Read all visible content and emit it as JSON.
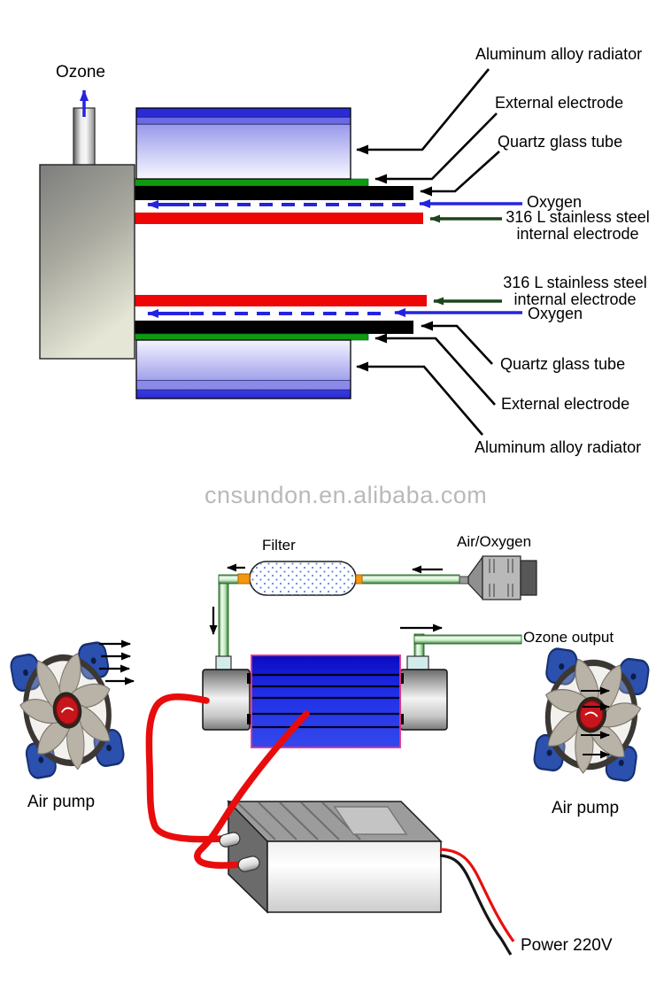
{
  "top_diagram": {
    "ozone": "Ozone",
    "upper": {
      "radiator": "Aluminum alloy radiator",
      "external_electrode": "External electrode",
      "quartz_tube": "Quartz glass tube",
      "oxygen": "Oxygen",
      "internal_electrode_line1": "316 L stainless steel",
      "internal_electrode_line2": "internal electrode"
    },
    "lower": {
      "radiator": "Aluminum alloy radiator",
      "external_electrode": "External electrode",
      "quartz_tube": "Quartz glass tube",
      "oxygen": "Oxygen",
      "internal_electrode_line1": "316 L stainless steel",
      "internal_electrode_line2": "internal electrode"
    }
  },
  "watermark": "cnsundon.en.alibaba.com",
  "schematic": {
    "filter": "Filter",
    "air_oxygen": "Air/Oxygen",
    "ozone_output": "Ozone output",
    "air_pump_left": "Air pump",
    "air_pump_right": "Air pump",
    "power": "Power 220V"
  },
  "colors": {
    "electrode_red": "#ee0505",
    "electrode_green": "#0f9a10",
    "quartz_black": "#000000",
    "oxygen_blue": "#2424e0",
    "dark_green_arrow": "#1b451b",
    "radiator_blue": "#2a2ad6",
    "tube_border_pink": "#e8308a",
    "cable_red": "#e80c0c",
    "connector_orange": "#f5960f",
    "watermark_gray": "#b9b9b9"
  }
}
